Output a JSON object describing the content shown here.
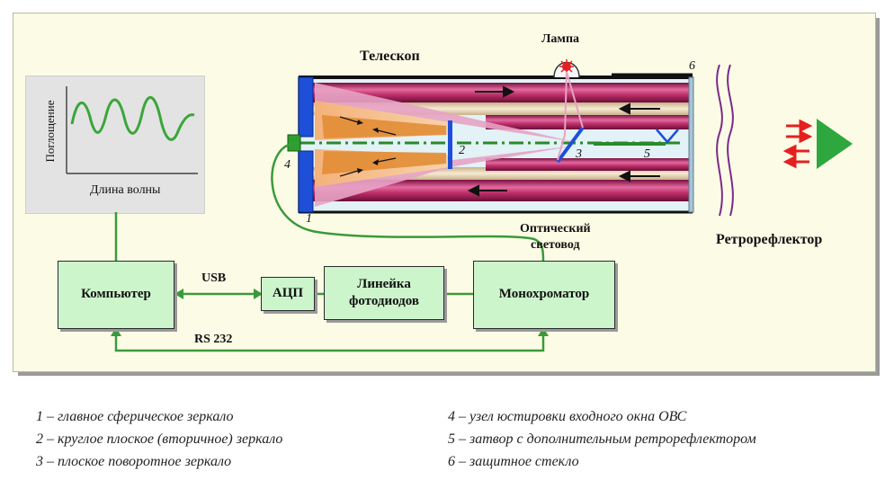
{
  "graph": {
    "ylabel": "Поглощение",
    "xlabel": "Длина волны"
  },
  "labels": {
    "telescope": "Телескоп",
    "lamp": "Лампа",
    "retroreflector": "Ретрорефлектор",
    "fiber": "Оптический\nсветовод",
    "usb": "USB",
    "rs232": "RS 232",
    "n1": "1",
    "n2": "2",
    "n3": "3",
    "n4": "4",
    "n5": "5",
    "n6": "6"
  },
  "blocks": {
    "computer": "Компьютер",
    "adc": "АЦП",
    "photodiodes": "Линейка\nфотодиодов",
    "monochromator": "Монохроматор"
  },
  "legend": {
    "items": [
      "1 – главное сферическое зеркало",
      "2 – круглое плоское (вторичное) зеркало",
      "3 – плоское поворотное зеркало",
      "4 – узел юстировки входного окна ОВС",
      "5 – затвор с дополнительным ретрорефлектором",
      "6 – защитное стекло"
    ]
  },
  "colors": {
    "panel": "#fcfce6",
    "block": "#ccf5cc",
    "link": "#3a9a3a",
    "beam": "#c0306a",
    "cone": "#f0a060",
    "mirror": "#1e4fd8",
    "retro": "#2e9e3e",
    "arrow_red": "#e52020"
  }
}
